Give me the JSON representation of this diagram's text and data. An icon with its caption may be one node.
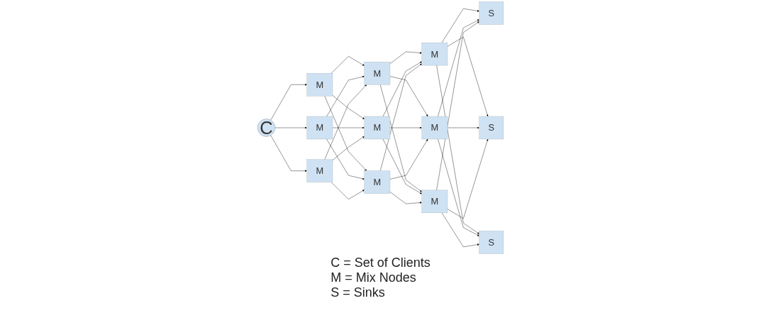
{
  "diagram": {
    "nodes": [
      {
        "text": [
          "C"
        ]
      },
      {
        "text": [
          "M"
        ]
      },
      {
        "text": [
          "M"
        ]
      },
      {
        "text": [
          "M"
        ]
      },
      {
        "text": [
          "M"
        ]
      },
      {
        "text": [
          "M"
        ]
      },
      {
        "text": [
          "M"
        ]
      },
      {
        "text": [
          "M"
        ]
      },
      {
        "text": [
          "M"
        ]
      },
      {
        "text": [
          "M"
        ]
      },
      {
        "text": [
          "S"
        ]
      },
      {
        "text": [
          "S"
        ]
      },
      {
        "text": [
          "S"
        ]
      }
    ],
    "edges": [
      {
        "from": 0,
        "to": 1,
        "arrow": "to"
      },
      {
        "from": 0,
        "to": 2,
        "arrow": "to"
      },
      {
        "from": 0,
        "to": 3,
        "arrow": "to"
      },
      {
        "from": 1,
        "to": 4,
        "arrow": "to"
      },
      {
        "from": 1,
        "to": 5,
        "arrow": "to"
      },
      {
        "from": 1,
        "to": 6,
        "arrow": "to"
      },
      {
        "from": 2,
        "to": 4,
        "arrow": "to"
      },
      {
        "from": 2,
        "to": 5,
        "arrow": "to"
      },
      {
        "from": 2,
        "to": 6,
        "arrow": "to"
      },
      {
        "from": 3,
        "to": 4,
        "arrow": "to"
      },
      {
        "from": 3,
        "to": 5,
        "arrow": "to"
      },
      {
        "from": 3,
        "to": 6,
        "arrow": "to"
      },
      {
        "from": 4,
        "to": 7,
        "arrow": "to"
      },
      {
        "from": 4,
        "to": 8,
        "arrow": "to"
      },
      {
        "from": 4,
        "to": 9,
        "arrow": "to"
      },
      {
        "from": 5,
        "to": 7,
        "arrow": "to"
      },
      {
        "from": 5,
        "to": 8,
        "arrow": "to"
      },
      {
        "from": 5,
        "to": 9,
        "arrow": "to"
      },
      {
        "from": 6,
        "to": 7,
        "arrow": "to"
      },
      {
        "from": 6,
        "to": 8,
        "arrow": "to"
      },
      {
        "from": 6,
        "to": 9,
        "arrow": "to"
      },
      {
        "from": 7,
        "to": 10,
        "arrow": "to"
      },
      {
        "from": 7,
        "to": 11,
        "arrow": "to"
      },
      {
        "from": 7,
        "to": 12,
        "arrow": "to"
      },
      {
        "from": 8,
        "to": 10,
        "arrow": "to"
      },
      {
        "from": 8,
        "to": 11,
        "arrow": "to"
      },
      {
        "from": 8,
        "to": 12,
        "arrow": "to"
      },
      {
        "from": 9,
        "to": 10,
        "arrow": "to"
      },
      {
        "from": 9,
        "to": 11,
        "arrow": "to"
      },
      {
        "from": 9,
        "to": 12,
        "arrow": "to"
      }
    ],
    "labels": [
      "C = Set of Clients",
      "M = Mix Nodes",
      "S = Sinks"
    ]
  }
}
